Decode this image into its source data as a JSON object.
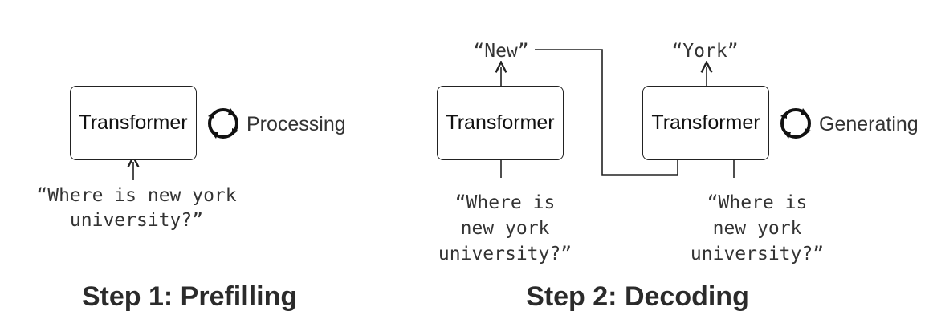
{
  "step1": {
    "title": "Step 1: Prefilling",
    "model_label": "Transformer",
    "status_label": "Processing",
    "status_icon": "refresh-cycle-icon",
    "input_text_line1": "“Where is new york",
    "input_text_line2": "university?”"
  },
  "step2": {
    "title": "Step 2: Decoding",
    "first_pass": {
      "model_label": "Transformer",
      "output_token": "“New”",
      "input_text_line1": "“Where is",
      "input_text_line2": "new york",
      "input_text_line3": "university?”"
    },
    "second_pass": {
      "model_label": "Transformer",
      "output_token": "“York”",
      "status_label": "Generating",
      "status_icon": "refresh-cycle-icon",
      "input_text_line1": "“Where is",
      "input_text_line2": "new york",
      "input_text_line3": "university?”"
    }
  },
  "colors": {
    "stroke": "#222222",
    "text": "#333333"
  }
}
